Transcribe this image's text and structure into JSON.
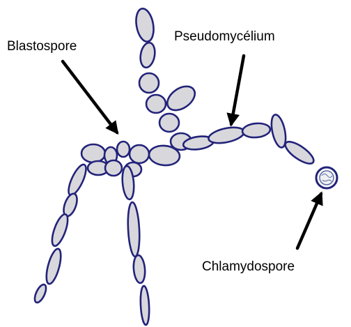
{
  "labels": {
    "blastospore": "Blastospore",
    "pseudomycelium": "Pseudomycélium",
    "chlamydospore": "Chlamydospore"
  },
  "colors": {
    "cell_fill": "#d8d8dc",
    "cell_outline": "#22227a",
    "arrow": "#000000",
    "background": "#ffffff"
  }
}
